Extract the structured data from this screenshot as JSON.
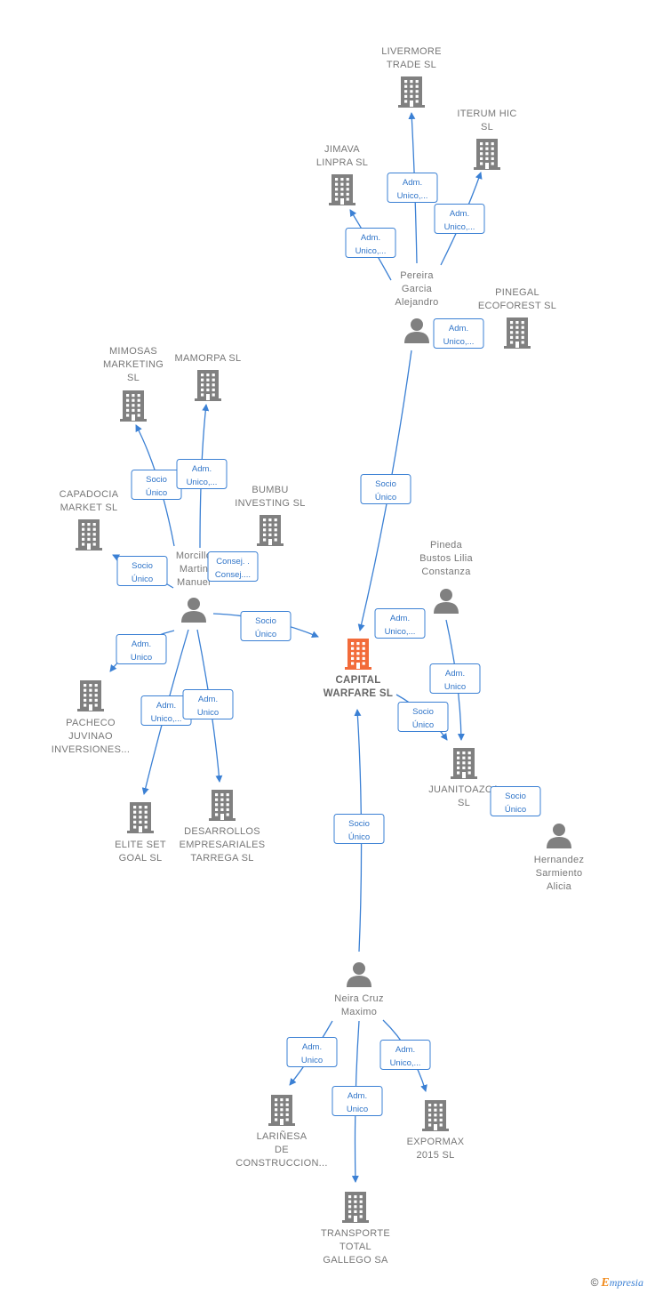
{
  "colors": {
    "edge": "#3b80d4",
    "node": "#808080",
    "main_node": "#f26b3a",
    "label_border": "#3b80d4"
  },
  "nodes": [
    {
      "id": "capital",
      "type": "company",
      "main": true,
      "lines": [
        "CAPITAL",
        "WARFARE  SL"
      ]
    },
    {
      "id": "livermore",
      "type": "company",
      "lines": [
        "LIVERMORE",
        "TRADE  SL"
      ]
    },
    {
      "id": "iterum",
      "type": "company",
      "lines": [
        "ITERUM HIC",
        "SL"
      ]
    },
    {
      "id": "jimava",
      "type": "company",
      "lines": [
        "JIMAVA",
        "LINPRA  SL"
      ]
    },
    {
      "id": "pereira",
      "type": "person",
      "lines": [
        "Pereira",
        "Garcia",
        "Alejandro"
      ]
    },
    {
      "id": "pinegal",
      "type": "company",
      "lines": [
        "PINEGAL",
        "ECOFOREST SL"
      ]
    },
    {
      "id": "mimosas",
      "type": "company",
      "lines": [
        "MIMOSAS",
        "MARKETING",
        "SL"
      ]
    },
    {
      "id": "mamorpa",
      "type": "company",
      "lines": [
        "MAMORPA  SL"
      ]
    },
    {
      "id": "capadocia",
      "type": "company",
      "lines": [
        "CAPADOCIA",
        "MARKET  SL"
      ]
    },
    {
      "id": "bumbu",
      "type": "company",
      "lines": [
        "BUMBU",
        "INVESTING  SL"
      ]
    },
    {
      "id": "morcillo",
      "type": "person",
      "lines": [
        "Morcillo",
        "Martin",
        "Manuel"
      ]
    },
    {
      "id": "pacheco",
      "type": "company",
      "lines": [
        "PACHECO",
        "JUVINAO",
        "INVERSIONES..."
      ]
    },
    {
      "id": "elite",
      "type": "company",
      "lines": [
        "ELITE SET",
        "GOAL  SL"
      ]
    },
    {
      "id": "desarrollos",
      "type": "company",
      "lines": [
        "DESARROLLOS",
        "EMPRESARIALES",
        "TARREGA SL"
      ]
    },
    {
      "id": "pineda",
      "type": "person",
      "lines": [
        "Pineda",
        "Bustos Lilia",
        "Constanza"
      ]
    },
    {
      "id": "juanitoazca",
      "type": "company",
      "lines": [
        "JUANITOAZCA",
        "SL"
      ]
    },
    {
      "id": "hernandez",
      "type": "person",
      "lines": [
        "Hernandez",
        "Sarmiento",
        "Alicia"
      ]
    },
    {
      "id": "neira",
      "type": "person",
      "lines": [
        "Neira Cruz",
        "Maximo"
      ]
    },
    {
      "id": "larinesa",
      "type": "company",
      "lines": [
        "LARIÑESA",
        "DE",
        "CONSTRUCCION..."
      ]
    },
    {
      "id": "expormax",
      "type": "company",
      "lines": [
        "EXPORMAX",
        "2015  SL"
      ]
    },
    {
      "id": "transporte",
      "type": "company",
      "lines": [
        "TRANSPORTE",
        "TOTAL",
        "GALLEGO SA"
      ]
    }
  ],
  "edges": [
    {
      "from": "pereira",
      "to": "livermore",
      "label": [
        "Adm.",
        "Unico,..."
      ]
    },
    {
      "from": "pereira",
      "to": "iterum",
      "label": [
        "Adm.",
        "Unico,..."
      ]
    },
    {
      "from": "pereira",
      "to": "jimava",
      "label": [
        "Adm.",
        "Unico,..."
      ]
    },
    {
      "from": "pereira",
      "to": "pinegal",
      "label": [
        "Adm.",
        "Unico,..."
      ]
    },
    {
      "from": "pereira",
      "to": "capital",
      "label": [
        "Socio",
        "Único"
      ]
    },
    {
      "from": "morcillo",
      "to": "mimosas",
      "label": [
        "Socio",
        "Único"
      ]
    },
    {
      "from": "morcillo",
      "to": "mamorpa",
      "label": [
        "Adm.",
        "Unico,..."
      ]
    },
    {
      "from": "morcillo",
      "to": "capadocia",
      "label": [
        "Socio",
        "Único"
      ]
    },
    {
      "from": "morcillo",
      "to": "bumbu",
      "label": [
        "Consej. .",
        "Consej...."
      ]
    },
    {
      "from": "morcillo",
      "to": "capital",
      "label": [
        "Socio",
        "Único"
      ]
    },
    {
      "from": "morcillo",
      "to": "pacheco",
      "label": [
        "Adm.",
        "Unico"
      ]
    },
    {
      "from": "morcillo",
      "to": "elite",
      "label": [
        "Adm.",
        "Unico,..."
      ]
    },
    {
      "from": "morcillo",
      "to": "desarrollos",
      "label": [
        "Adm.",
        "Unico"
      ]
    },
    {
      "from": "pineda",
      "to": "capital",
      "label": [
        "Adm.",
        "Unico,..."
      ]
    },
    {
      "from": "pineda",
      "to": "juanitoazca",
      "label": [
        "Adm.",
        "Unico"
      ]
    },
    {
      "from": "capital",
      "to": "juanitoazca",
      "label": [
        "Socio",
        "Único"
      ]
    },
    {
      "from": "hernandez",
      "to": "juanitoazca",
      "label": [
        "Socio",
        "Único"
      ]
    },
    {
      "from": "neira",
      "to": "capital",
      "label": [
        "Socio",
        "Único"
      ]
    },
    {
      "from": "neira",
      "to": "larinesa",
      "label": [
        "Adm.",
        "Unico"
      ]
    },
    {
      "from": "neira",
      "to": "expormax",
      "label": [
        "Adm.",
        "Unico,..."
      ]
    },
    {
      "from": "neira",
      "to": "transporte",
      "label": [
        "Adm.",
        "Unico"
      ]
    }
  ],
  "watermark": {
    "copyright": "©",
    "brand_first": "E",
    "brand_rest": "mpresia"
  }
}
